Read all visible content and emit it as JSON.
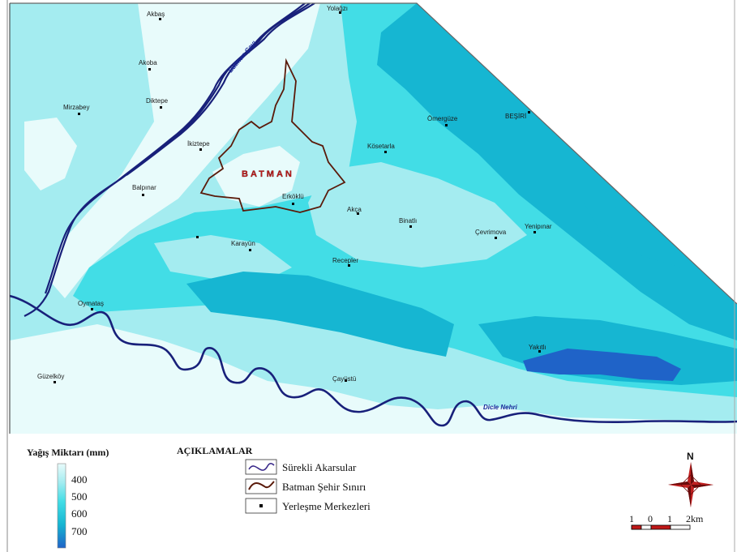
{
  "map": {
    "city_label": "BATMAN",
    "rivers": {
      "batman": "Batman Çayı",
      "dicle": "Dicle Nehri"
    },
    "places": {
      "akbas": "Akbaş",
      "yolagzi": "Yolağzı",
      "akoba": "Akoba",
      "mirzabey": "Mirzabey",
      "diktepe": "Diktepe",
      "iki_tepe": "İkiztepe",
      "balpinar": "Balpınar",
      "erkoklu": "Erköklü",
      "akca": "Akça",
      "binatli": "Binatlı",
      "karayun": "Karayün",
      "recepler": "Recepler",
      "omerguze": "Ömergüze",
      "besiri": "BEŞİRİ",
      "kosetarla": "Kösetarla",
      "cevrimova": "Çevrimova",
      "yenipinar": "Yenipınar",
      "oymatas": "Oymataş",
      "guzelkoy": "Güzelköy",
      "cayustu": "Çayüstü",
      "yakiti": "Yakıtlı"
    }
  },
  "legend": {
    "rainfall_title": "Yağış Miktarı (mm)",
    "classes": [
      "400",
      "500",
      "600",
      "700"
    ],
    "colors": {
      "lt400": "#e8fbfb",
      "c400": "#a4ecf0",
      "c500": "#42dde6",
      "c600": "#16b6d2",
      "c700": "#1f63c8"
    },
    "explanations_title": "AÇIKLAMALAR",
    "items": {
      "streams": "Sürekli Akarsular",
      "boundary": "Batman Şehir Sınırı",
      "settlements": "Yerleşme Merkezleri"
    }
  },
  "north_arrow": {
    "label": "N"
  },
  "scale_bar": {
    "ticks": [
      "1",
      "0",
      "1",
      "2km"
    ]
  }
}
